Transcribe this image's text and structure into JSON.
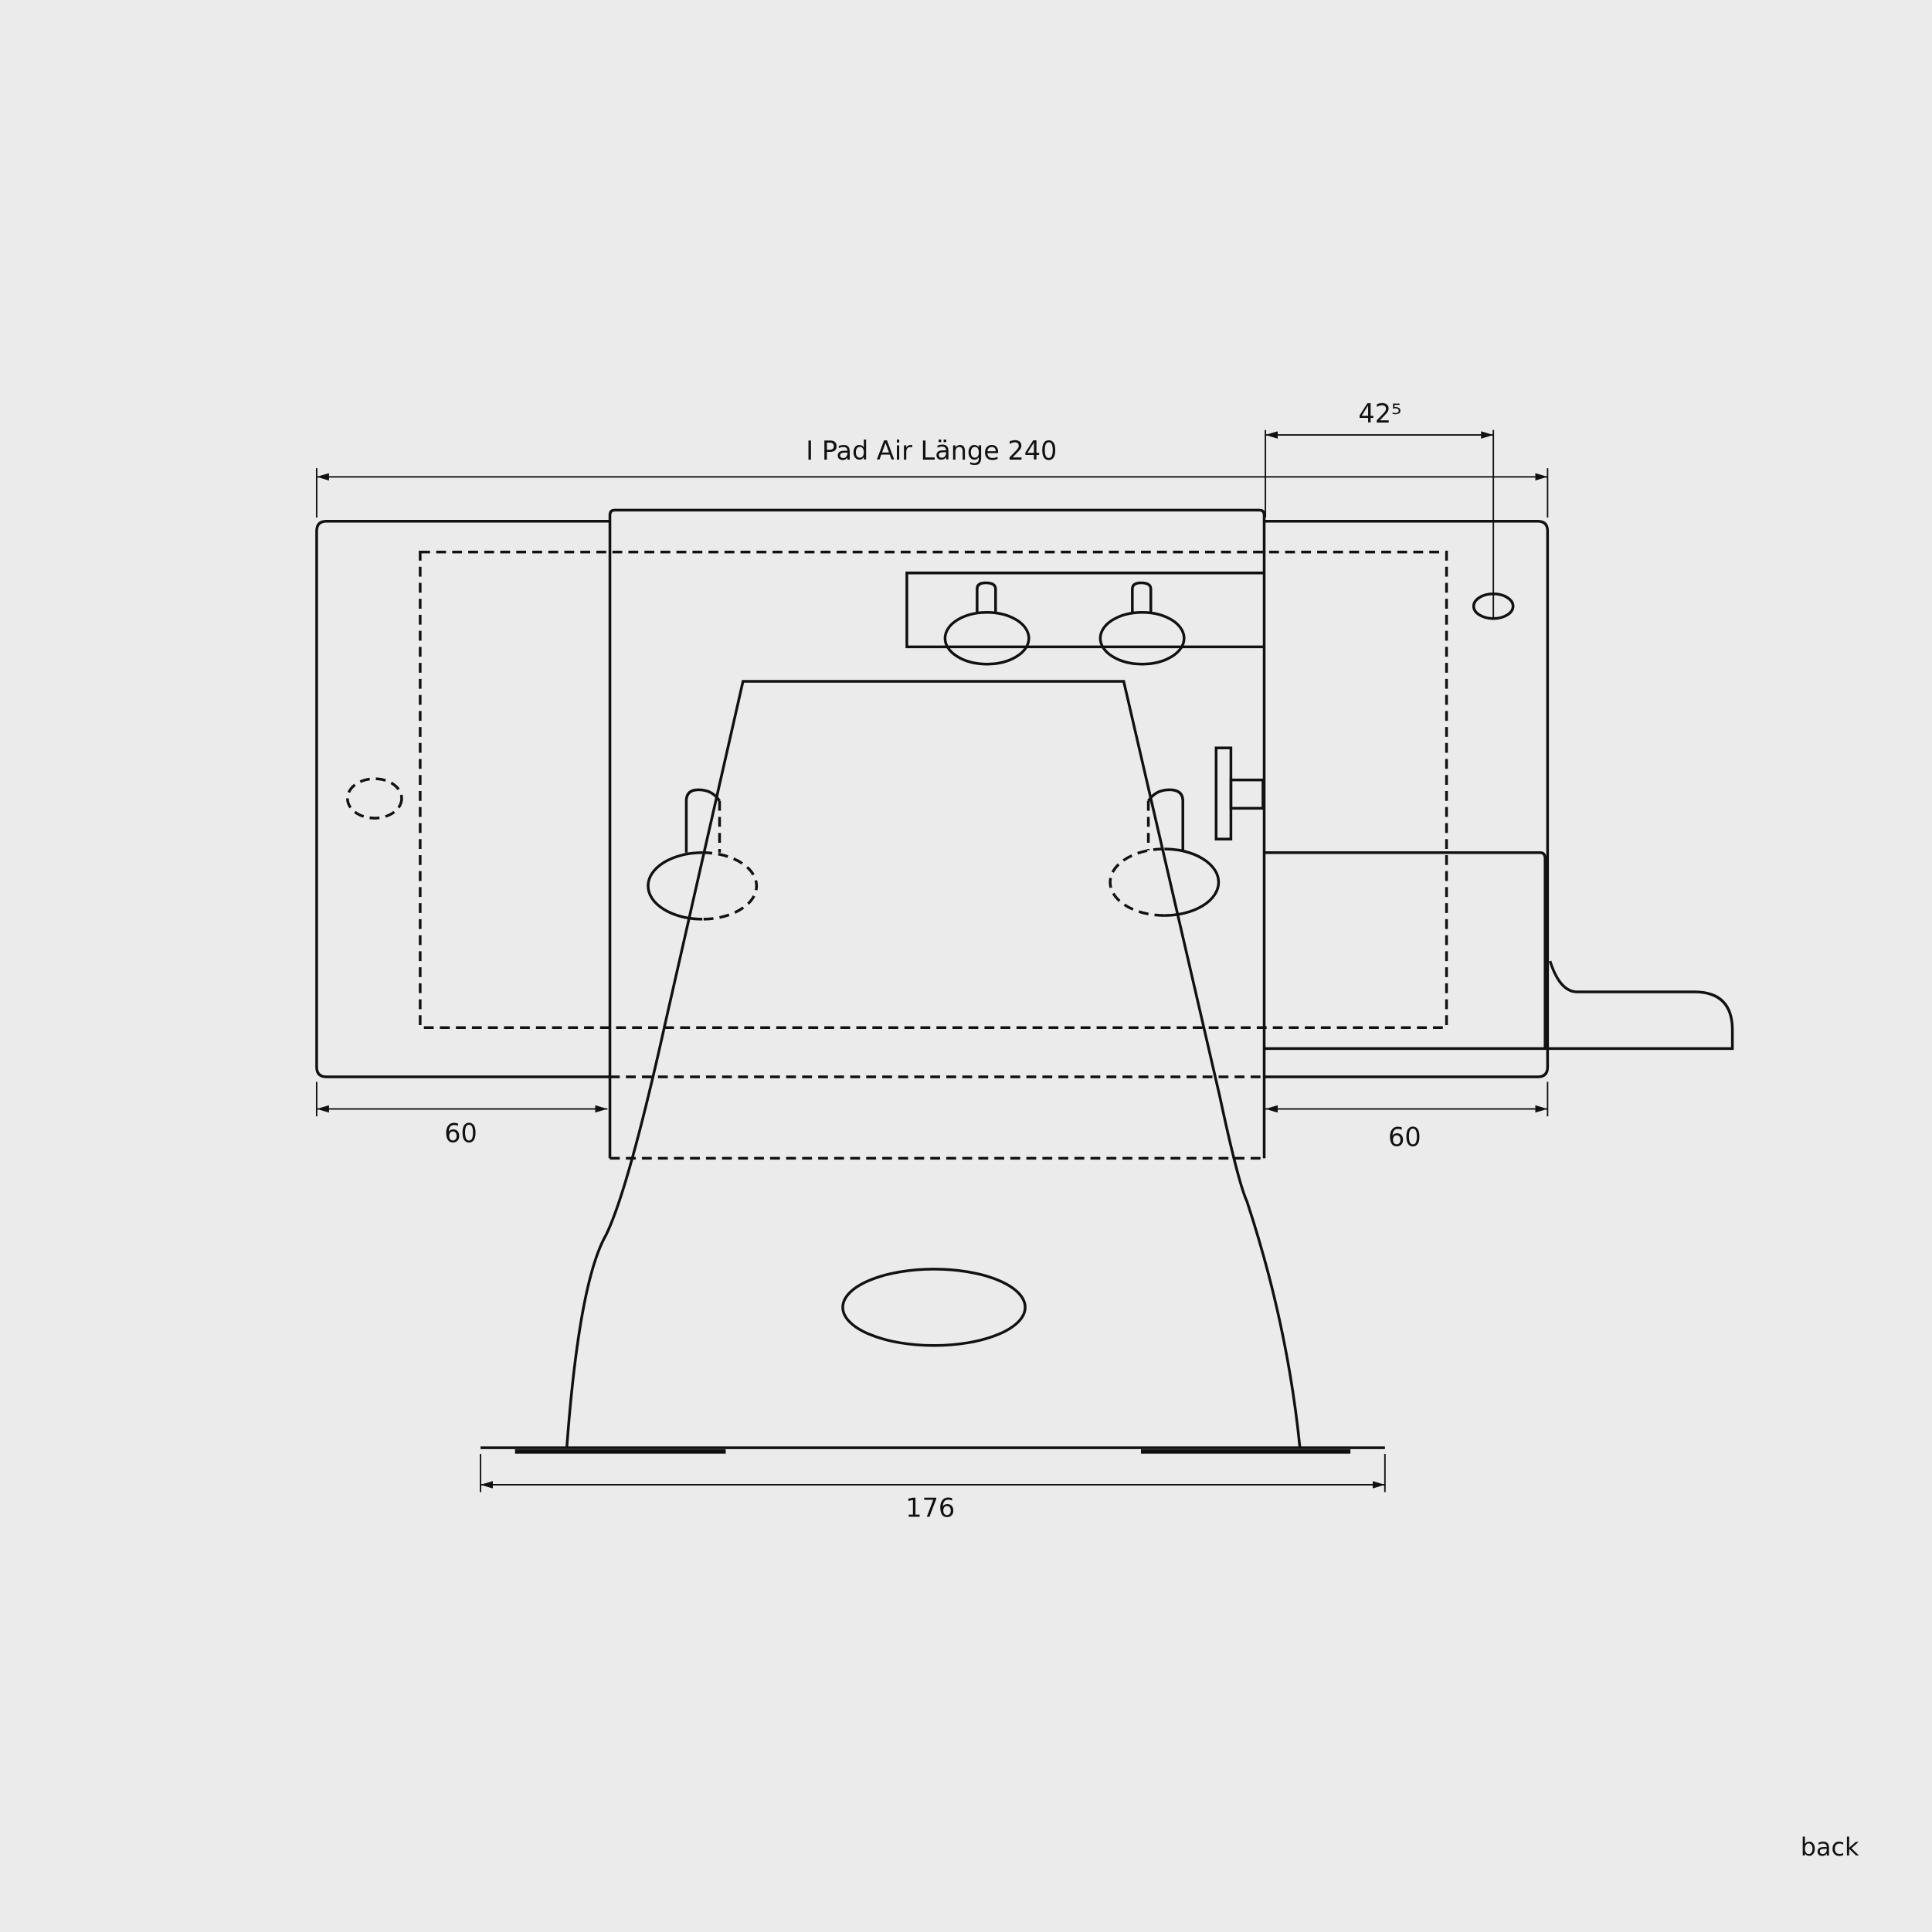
{
  "drawing": {
    "dimensions": {
      "length_label": "I Pad Air Länge 240",
      "hole_offset_label": "42⁵",
      "left_margin_label": "60",
      "right_margin_label": "60",
      "base_width_label": "176"
    }
  },
  "navigation": {
    "back_label": "back"
  }
}
